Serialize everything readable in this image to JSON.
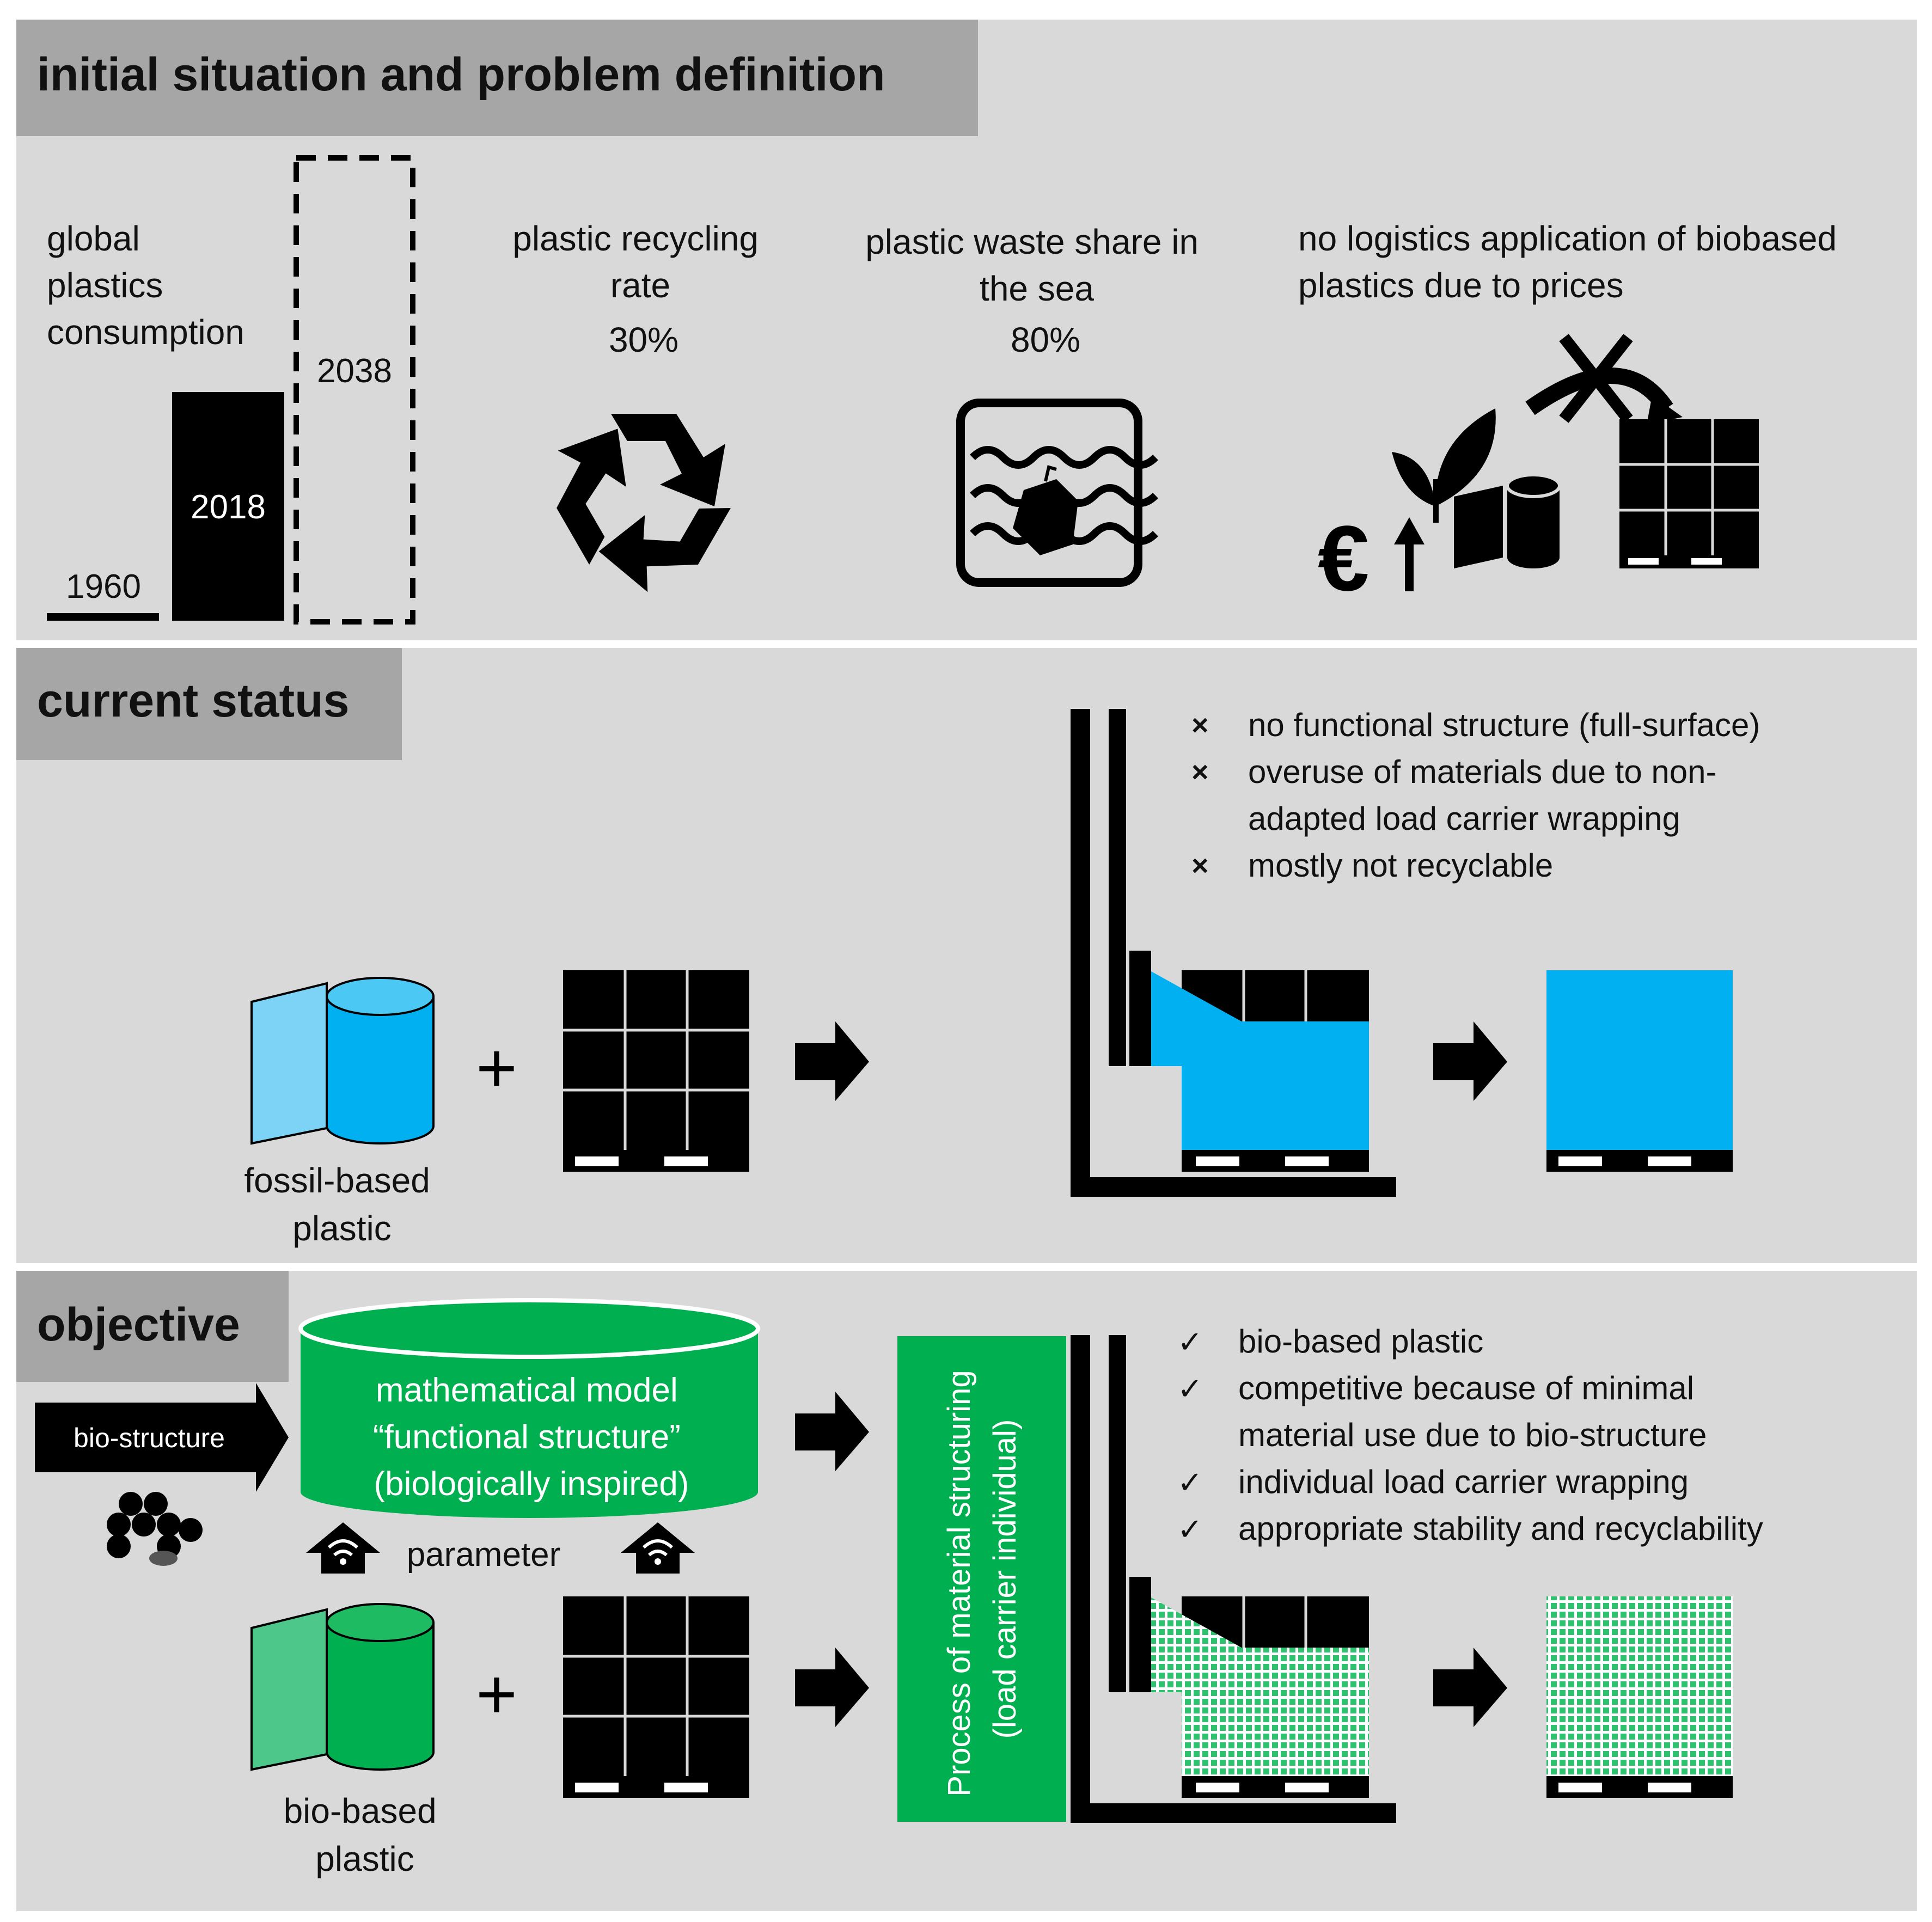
{
  "colors": {
    "panel": "#d9d9d9",
    "header_tab": "#a6a6a6",
    "black": "#000000",
    "white": "#ffffff",
    "cyan": "#00b0f0",
    "cyan_light": "#7dd3f5",
    "green": "#00b050",
    "green_light": "#4dc88a",
    "green_mesh": "#b7ecd0"
  },
  "section1": {
    "title": "initial situation and problem definition",
    "consumption": {
      "label_lines": [
        "global",
        "plastics",
        "consumption"
      ],
      "bars": [
        {
          "year": "1960",
          "style": "solid"
        },
        {
          "year": "2018",
          "style": "solid"
        },
        {
          "year": "2038",
          "style": "dashed"
        }
      ]
    },
    "recycling": {
      "label_lines": [
        "plastic recycling",
        "rate"
      ],
      "value": "30%",
      "icon": "recycle-icon"
    },
    "sea_waste": {
      "label_lines": [
        "plastic waste share in",
        "the sea"
      ],
      "value": "80%",
      "icon": "sea-waste-icon"
    },
    "biobased": {
      "label_lines": [
        "no logistics application of biobased",
        "plastics due to prices"
      ],
      "currency": "€",
      "icon": "biobased-price-icon"
    }
  },
  "section2": {
    "title": "current status",
    "material_label_lines": [
      "fossil-based",
      "plastic"
    ],
    "plus": "+",
    "issue_marker": "×",
    "issues": [
      "no functional structure (full-surface)",
      "overuse of materials due to non-",
      "adapted load carrier wrapping",
      "mostly not recyclable"
    ]
  },
  "section3": {
    "title": "objective",
    "bio_structure_label": "bio-structure",
    "model_lines": [
      "mathematical model",
      "“functional structure”",
      "(biologically inspired)"
    ],
    "parameter_label": "parameter",
    "process_lines": [
      "Process of material structuring",
      "(load carrier individual)"
    ],
    "material_label_lines": [
      "bio-based",
      "plastic"
    ],
    "plus": "+",
    "benefit_marker": "✓",
    "benefits": [
      "bio-based plastic",
      "competitive because of minimal",
      "material use due to bio-structure",
      "individual load carrier wrapping",
      "appropriate stability and recyclability"
    ]
  }
}
